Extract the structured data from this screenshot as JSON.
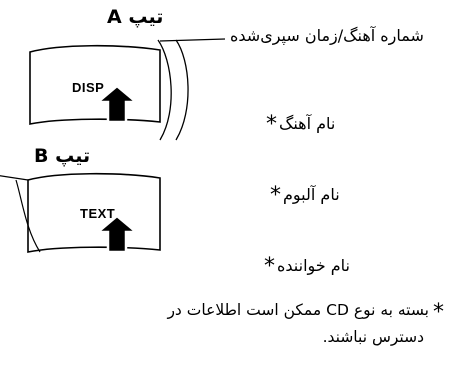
{
  "type_a": {
    "label": "تیپ A",
    "button_text": "DISP",
    "line_1": "شماره آهنگ/زمان سپری‌شده",
    "line_2": "نام آهنگ"
  },
  "type_b": {
    "label": "تیپ B",
    "button_text": "TEXT",
    "line_1": "نام آلبوم",
    "line_2": "نام خواننده"
  },
  "asterisk": "*",
  "footnote": {
    "line_1": "بسته به نوع CD ممکن است اطلاعات در",
    "line_2": "دسترس نباشند."
  }
}
